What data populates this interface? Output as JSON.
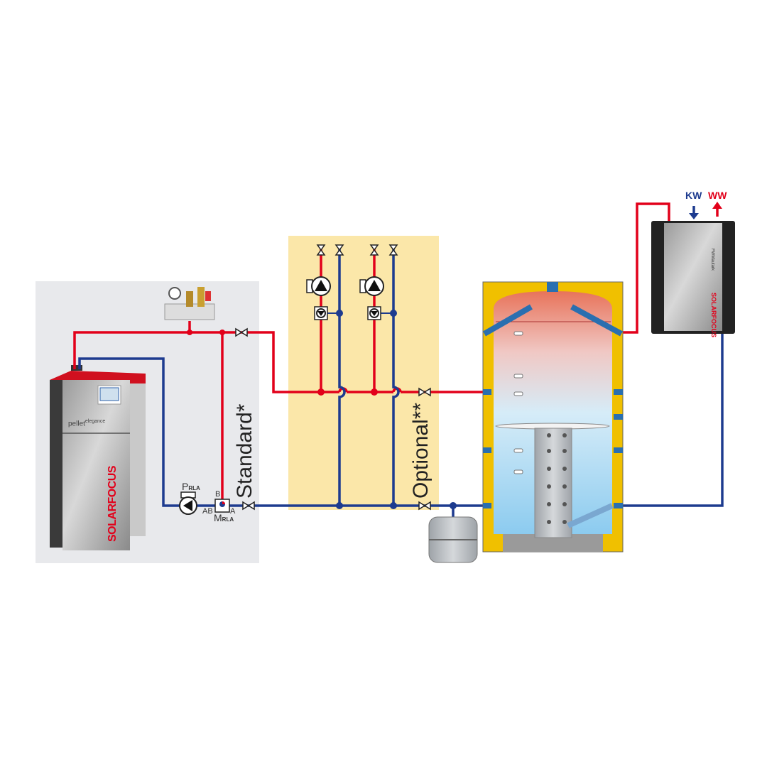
{
  "labels": {
    "standard": "Standard*",
    "optional": "Optional**",
    "pump_return": {
      "main": "P",
      "sub": "RLA"
    },
    "mixer_return": {
      "main": "M",
      "sub": "RLA"
    },
    "port_ab": "AB",
    "port_a": "A",
    "port_b": "B",
    "cold_water": "KW",
    "warm_water": "WW"
  },
  "boiler": {
    "model_prefix": "pellet",
    "model_suffix": "elegance",
    "brand": "SOLARFOCUS"
  },
  "fresh_water_module": {
    "model": "FWMautark",
    "brand": "SOLARFOCUS"
  },
  "colors": {
    "supply": "#e2001a",
    "return": "#1d3b8f",
    "standard_zone": "#e8e9ec",
    "optional_zone": "#fbe7a9",
    "insulation": "#f0c000"
  }
}
